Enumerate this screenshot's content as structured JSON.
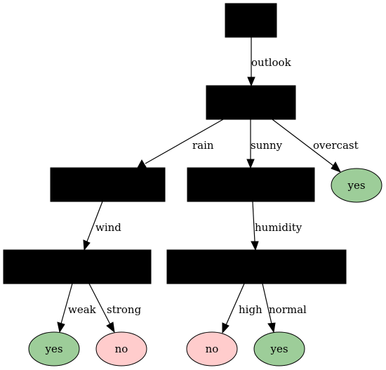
{
  "colors": {
    "redacted_box": "#000000",
    "leaf_yes": "#9dcd99",
    "leaf_no": "#ffcccc",
    "edge": "#000000"
  },
  "tree": {
    "edges": [
      {
        "id": "outlook",
        "label": "outlook"
      },
      {
        "id": "rain",
        "label": "rain"
      },
      {
        "id": "sunny",
        "label": "sunny"
      },
      {
        "id": "overcast",
        "label": "overcast"
      },
      {
        "id": "wind",
        "label": "wind"
      },
      {
        "id": "humidity",
        "label": "humidity"
      },
      {
        "id": "weak",
        "label": "weak"
      },
      {
        "id": "strong",
        "label": "strong"
      },
      {
        "id": "high",
        "label": "high"
      },
      {
        "id": "normal",
        "label": "normal"
      }
    ],
    "leaves": [
      {
        "id": "overcast-yes",
        "label": "yes",
        "class": "yes"
      },
      {
        "id": "weak-yes",
        "label": "yes",
        "class": "yes"
      },
      {
        "id": "strong-no",
        "label": "no",
        "class": "no"
      },
      {
        "id": "high-no",
        "label": "no",
        "class": "no"
      },
      {
        "id": "normal-yes",
        "label": "yes",
        "class": "yes"
      }
    ]
  }
}
